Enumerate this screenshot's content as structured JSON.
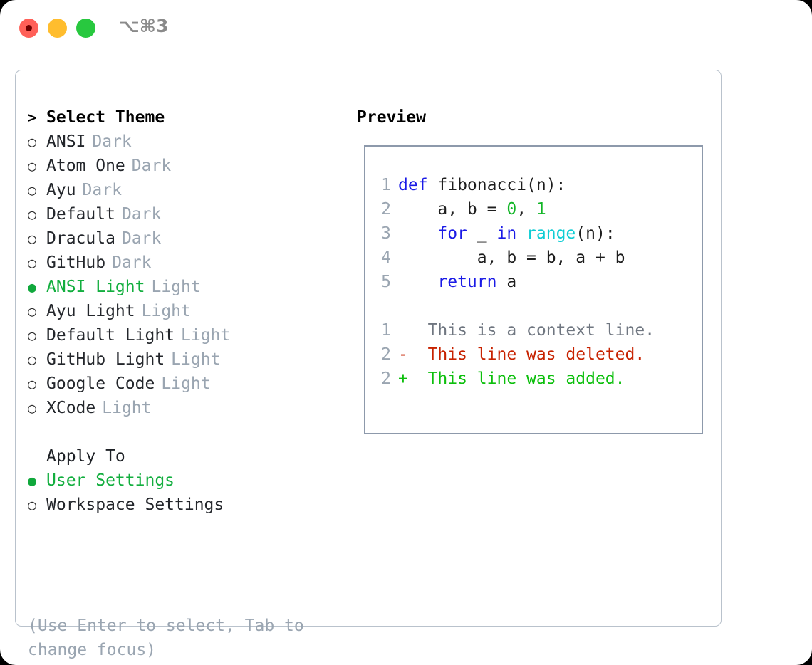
{
  "window": {
    "shortcut": "⌥⌘3",
    "traffic_lights": [
      {
        "name": "close",
        "color": "#ff6058",
        "active": true
      },
      {
        "name": "minimize",
        "color": "#ffbd2e",
        "active": false
      },
      {
        "name": "maximize",
        "color": "#28c83f",
        "active": false
      }
    ]
  },
  "colors": {
    "selected_green": "#12ae3e",
    "muted_gray": "#9aa5b1",
    "keyword_blue": "#1a1ae6",
    "function_cyan": "#0fcdd4",
    "number_green": "#11b526",
    "diff_add_green": "#0cbf0c",
    "diff_del_red": "#c72200",
    "panel_border": "#b9c2cc",
    "preview_border": "#8d99ab"
  },
  "theme_list": {
    "header": {
      "marker": ">",
      "label": "Select Theme"
    },
    "items": [
      {
        "marker": "○",
        "label": "ANSI",
        "suffix": "Dark",
        "selected": false
      },
      {
        "marker": "○",
        "label": "Atom One",
        "suffix": "Dark",
        "selected": false
      },
      {
        "marker": "○",
        "label": "Ayu",
        "suffix": "Dark",
        "selected": false
      },
      {
        "marker": "○",
        "label": "Default",
        "suffix": "Dark",
        "selected": false
      },
      {
        "marker": "○",
        "label": "Dracula",
        "suffix": "Dark",
        "selected": false
      },
      {
        "marker": "○",
        "label": "GitHub",
        "suffix": "Dark",
        "selected": false
      },
      {
        "marker": "●",
        "label": "ANSI Light",
        "suffix": "Light",
        "selected": true
      },
      {
        "marker": "○",
        "label": "Ayu Light",
        "suffix": "Light",
        "selected": false
      },
      {
        "marker": "○",
        "label": "Default Light",
        "suffix": "Light",
        "selected": false
      },
      {
        "marker": "○",
        "label": "GitHub Light",
        "suffix": "Light",
        "selected": false
      },
      {
        "marker": "○",
        "label": "Google Code",
        "suffix": "Light",
        "selected": false
      },
      {
        "marker": "○",
        "label": "XCode",
        "suffix": "Light",
        "selected": false
      }
    ]
  },
  "apply_to": {
    "header": "Apply To",
    "items": [
      {
        "marker": "●",
        "label": "User Settings",
        "selected": true
      },
      {
        "marker": "○",
        "label": "Workspace Settings",
        "selected": false
      }
    ]
  },
  "hint": "(Use Enter to select, Tab to change focus)",
  "preview": {
    "title": "Preview",
    "code_lines": [
      {
        "lineno": "1",
        "tokens": [
          {
            "text": "def ",
            "type": "kw"
          },
          {
            "text": "fibonacci(n):",
            "type": "plain"
          }
        ]
      },
      {
        "lineno": "2",
        "tokens": [
          {
            "text": "    a, b = ",
            "type": "plain"
          },
          {
            "text": "0",
            "type": "num"
          },
          {
            "text": ", ",
            "type": "plain"
          },
          {
            "text": "1",
            "type": "num"
          }
        ]
      },
      {
        "lineno": "3",
        "tokens": [
          {
            "text": "    ",
            "type": "plain"
          },
          {
            "text": "for",
            "type": "kw"
          },
          {
            "text": " _ ",
            "type": "plain"
          },
          {
            "text": "in",
            "type": "kw"
          },
          {
            "text": " ",
            "type": "plain"
          },
          {
            "text": "range",
            "type": "fn"
          },
          {
            "text": "(n):",
            "type": "plain"
          }
        ]
      },
      {
        "lineno": "4",
        "tokens": [
          {
            "text": "        a, b = b, a + b",
            "type": "plain"
          }
        ]
      },
      {
        "lineno": "5",
        "tokens": [
          {
            "text": "    ",
            "type": "plain"
          },
          {
            "text": "return",
            "type": "kw"
          },
          {
            "text": " a",
            "type": "plain"
          }
        ]
      }
    ],
    "diff_lines": [
      {
        "lineno": "1",
        "sign": " ",
        "text": "This is a context line.",
        "type": "context"
      },
      {
        "lineno": "2",
        "sign": "-",
        "text": "This line was deleted.",
        "type": "del"
      },
      {
        "lineno": "2",
        "sign": "+",
        "text": "This line was added.",
        "type": "add"
      }
    ]
  }
}
